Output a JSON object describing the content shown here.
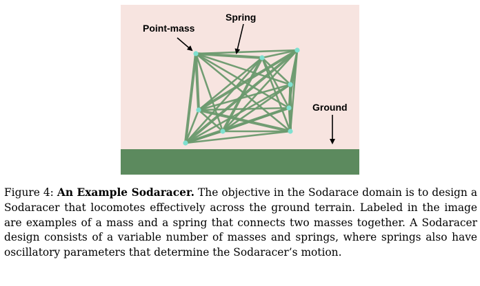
{
  "figure": {
    "labels": {
      "point_mass": "Point-mass",
      "spring": "Spring",
      "ground": "Ground"
    },
    "colors": {
      "sky": "#f7e4e0",
      "ground": "#5c8a5e",
      "spring": "#6b9a6e",
      "mass": "#7fe0d0",
      "arrow": "#000000"
    }
  },
  "caption": {
    "prefix": "Figure 4:",
    "title": "An Example Sodaracer.",
    "body": "The objective in the Sodarace domain is to design a Sodaracer that locomotes effectively across the ground terrain. Labeled in the image are examples of a mass and a spring that connects two masses together. A Sodaracer design consists of a variable number of masses and springs, where springs also have oscillatory parameters that determine the Sodaracer’s motion."
  }
}
